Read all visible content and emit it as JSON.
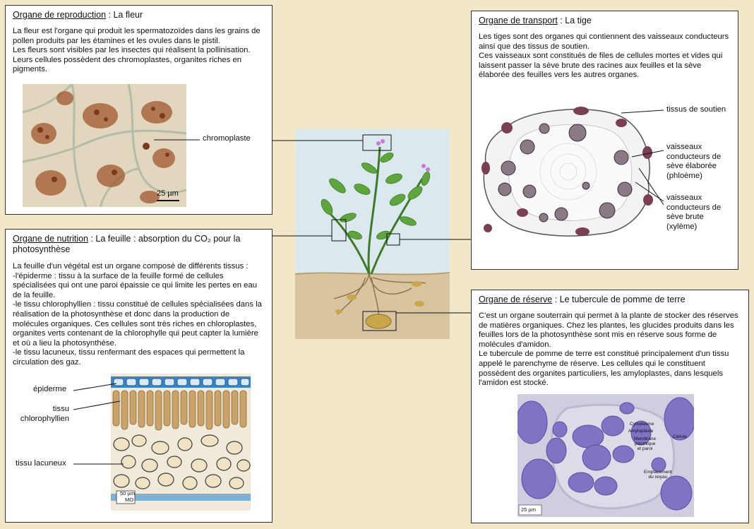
{
  "fleur": {
    "title_u": "Organe de reproduction",
    "title_rest": " : La fleur",
    "text": "La fleur est l'organe qui produit les spermatozoïdes dans les grains de pollen produits par les étamines et les ovules dans le pistil.\nLes fleurs sont visibles par les insectes qui réalisent la pollinisation.\nLeurs cellules possèdent des chromoplastes, organites riches en pigments.",
    "label_chromoplaste": "chromoplaste",
    "scale": "25 µm"
  },
  "feuille": {
    "title_u": "Organe de nutrition",
    "title_rest": " : La feuille : absorption du CO₂ pour la photosynthèse",
    "text": "La feuille d'un végétal est un organe composé de différents tissus :\n-l'épiderme : tissu à la surface de la feuille formé de cellules spécialisées qui ont une paroi épaissie ce qui limite les pertes en eau de la feuille.\n-le tissu chlorophyllien : tissu constitué de cellules spécialisées dans la réalisation de la photosynthèse et donc dans la production de molécules organiques. Ces cellules sont très riches en chloroplastes, organites verts contenant de la chlorophylle qui peut capter la lumière et où a lieu la photosynthèse.\n-le tissu lacuneux, tissu renfermant des espaces qui permettent la circulation des gaz.",
    "label_epiderme": "épiderme",
    "label_chloro": "tissu\nchlorophyllien",
    "label_lacuneux": "tissu lacuneux",
    "scale": "50 µm",
    "scale_mo": "MO"
  },
  "tige": {
    "title_u": "Organe de transport",
    "title_rest": " : La tige",
    "text": "Les tiges sont des organes qui contiennent des vaisseaux conducteurs ainsi que des tissus de soutien.\nCes vaisseaux sont constitués de files de cellules mortes et vides qui laissent passer la sève brute des racines aux feuilles et la sève élaborée des feuilles vers les autres organes.",
    "label_soutien": "tissus de soutien",
    "label_phloeme": "vaisseaux\nconducteurs de\nsève élaborée\n(phloème)",
    "label_xyleme": "vaisseaux\nconducteurs de\nsève brute\n(xylème)"
  },
  "reserve": {
    "title_u": "Organe de réserve",
    "title_rest": " : Le tubercule de pomme de terre",
    "text": "C'est un organe souterrain qui permet à la plante de stocker des réserves de matières organiques. Chez les plantes, les glucides produits dans les feuilles lors de la photosynthèse sont mis en réserve sous forme de molécules d'amidon.\nLe tubercule de pomme de terre est constitué principalement d'un tissu appelé le parenchyme de réserve. Les cellules qui le constituent possèdent des organites particuliers, les amyloplastes, dans lesquels l'amidon est stocké.",
    "label_cytoplasme": "Cytoplasme",
    "label_amyloplaste": "Amyloplaste",
    "label_membrane": "Membrane\nplasmique\net paroi",
    "label_cellule": "Cellule",
    "label_noyau": "Emplacement\ndu noyau",
    "scale": "25 µm"
  },
  "colors": {
    "background": "#f2e8c9",
    "stem": "#3e7a2a",
    "leaf": "#5fa53e",
    "soil": "#d9c4a0",
    "sky": "#dbe8ee",
    "tuber": "#c9a64a"
  }
}
